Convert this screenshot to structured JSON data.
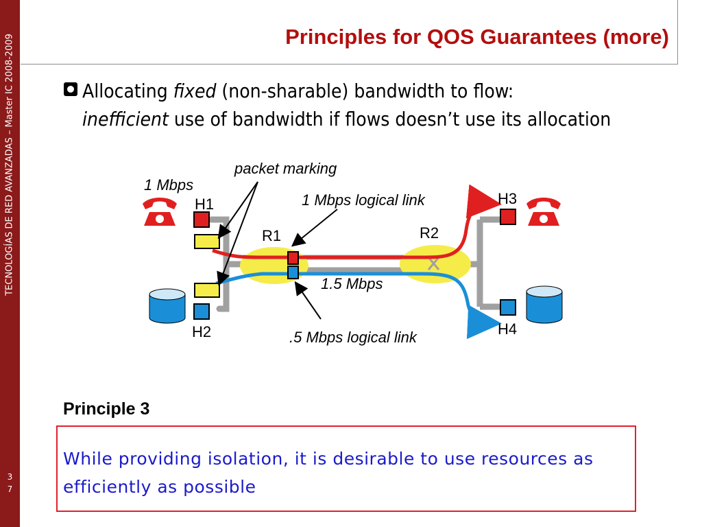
{
  "sidebar": {
    "text": "TECNOLOGÍAS DE RED AVANZADAS – Master IC 2008-2009",
    "slide_number": [
      "3",
      "7"
    ],
    "color": "#8b1a1a"
  },
  "title": "Principles for QOS Guarantees (more)",
  "bullet": {
    "icon": "circle-bullet-icon",
    "allocating": "Allocating ",
    "fixed": "fixed",
    "rest1": " (non-sharable) bandwidth to flow:",
    "inefficient": "inefficient",
    "rest2": " use of bandwidth if flows doesn’t use its allocation"
  },
  "diagram": {
    "packet_marking": "packet marking",
    "rate_1mbps": "1 Mbps",
    "logical_link_1": "1 Mbps logical link",
    "link_rate": "1.5 Mbps",
    "logical_link_2": ".5 Mbps logical link",
    "hosts": [
      "H1",
      "H2",
      "H3",
      "H4"
    ],
    "routers": [
      "R1",
      "R2"
    ],
    "colors": {
      "red_flow": "#e02020",
      "blue_flow": "#1a8fd8",
      "router": "#f5ec4a",
      "link": "#a0a0a0"
    }
  },
  "principle": {
    "label": "Principle 3",
    "text": "While providing isolation, it is desirable to use resources as efficiently as possible",
    "border_color": "#e0212b",
    "text_color": "#1a1acc"
  }
}
